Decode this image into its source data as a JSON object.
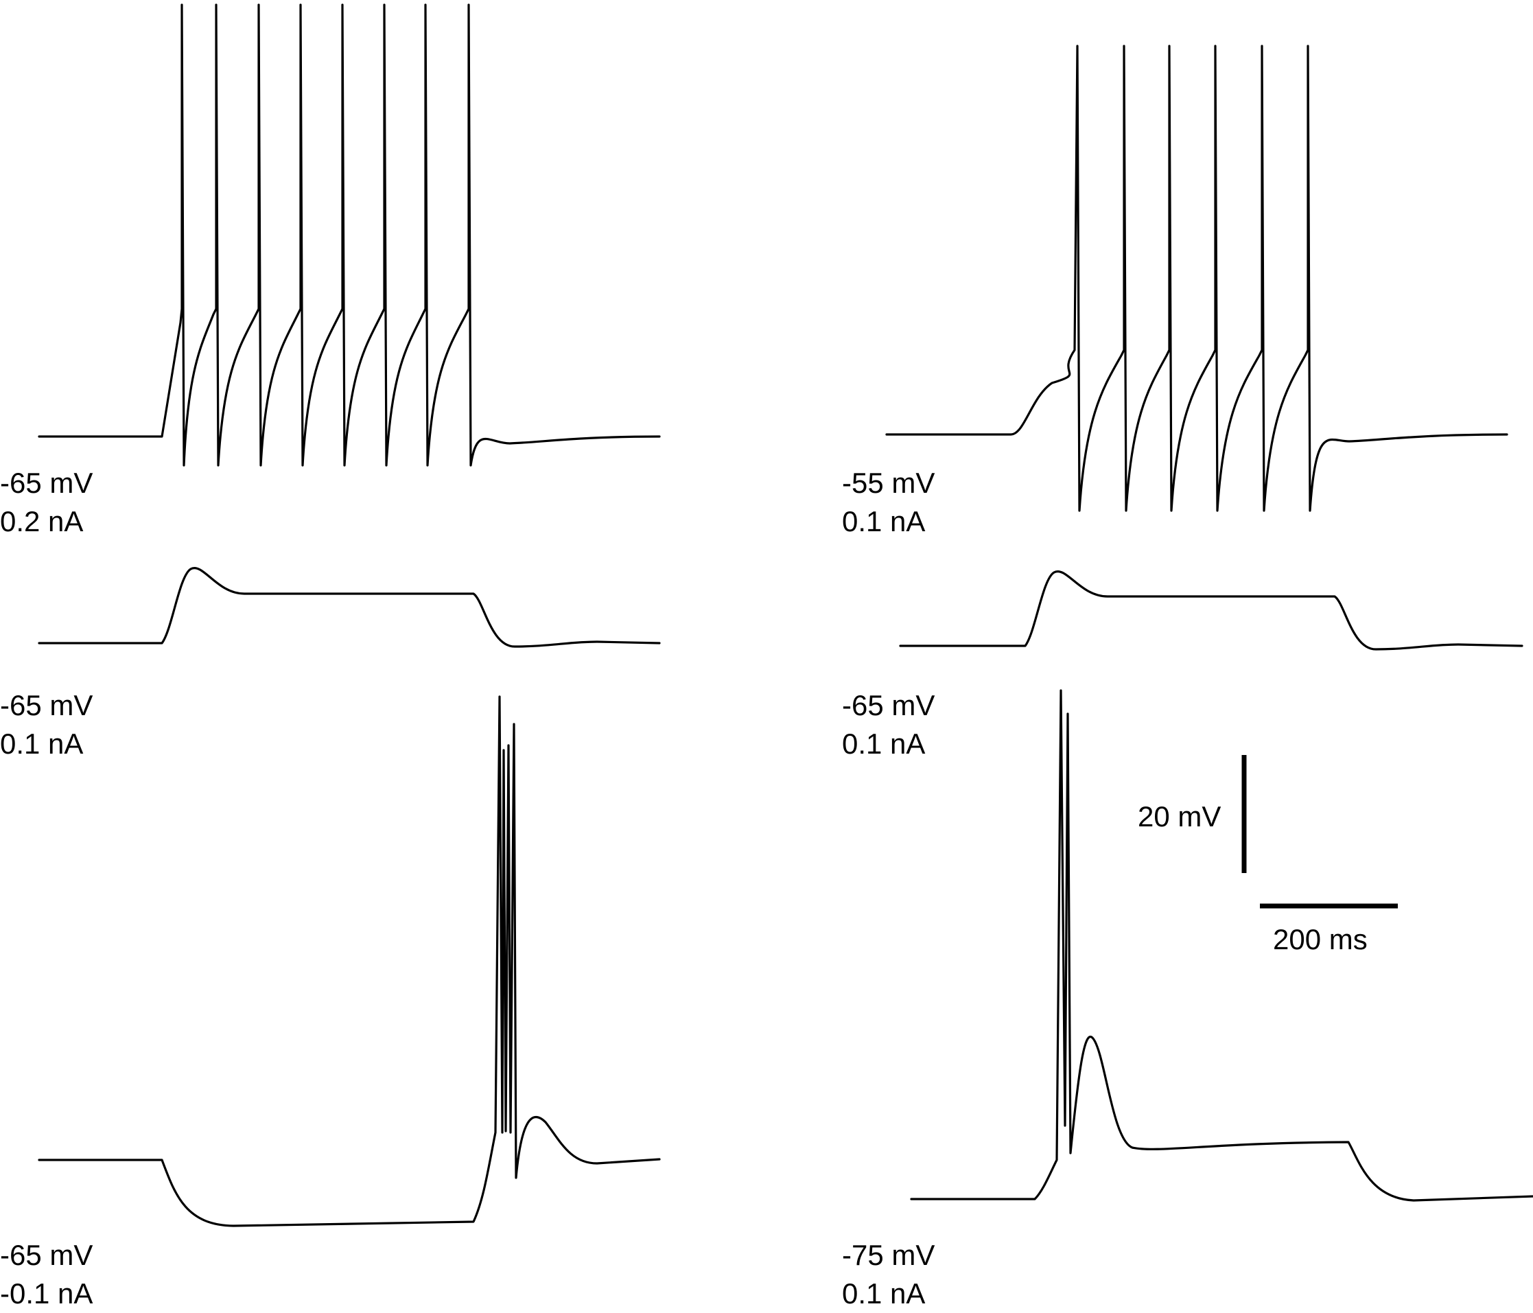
{
  "chart_data": [
    {
      "type": "line",
      "panel": "top-left",
      "resting_potential": "-65 mV",
      "injected_current": "0.2 nA",
      "spike_count": 8,
      "firing_pattern": "tonic"
    },
    {
      "type": "line",
      "panel": "top-right",
      "resting_potential": "-55 mV",
      "injected_current": "0.1 nA",
      "spike_count": 6,
      "firing_pattern": "tonic"
    },
    {
      "type": "line",
      "panel": "middle-left",
      "resting_potential": "-65 mV",
      "injected_current": "0.1 nA",
      "spike_count": 0,
      "firing_pattern": "subthreshold"
    },
    {
      "type": "line",
      "panel": "middle-right",
      "resting_potential": "-65 mV",
      "injected_current": "0.1 nA",
      "spike_count": 0,
      "firing_pattern": "subthreshold"
    },
    {
      "type": "line",
      "panel": "bottom-left",
      "resting_potential": "-65 mV",
      "injected_current": "-0.1 nA",
      "spike_count": 4,
      "firing_pattern": "rebound burst"
    },
    {
      "type": "line",
      "panel": "bottom-right",
      "resting_potential": "-75 mV",
      "injected_current": "0.1 nA",
      "spike_count": 2,
      "firing_pattern": "onset burst"
    }
  ],
  "scale_bar": {
    "voltage_label": "20 mV",
    "time_label": "200 ms",
    "voltage_mV": 20,
    "time_ms": 200
  }
}
